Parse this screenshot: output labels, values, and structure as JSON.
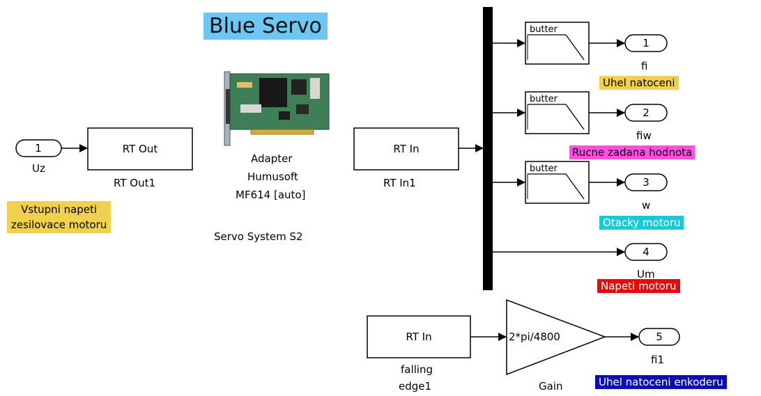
{
  "title": "Blue Servo",
  "colors": {
    "title_bg": "#6cc7f2",
    "yellow_bg": "#f0d04c",
    "magenta_bg": "#ff4fe0",
    "cyan_bg": "#1ac9d6",
    "red_bg": "#e60a0a",
    "blue_bg": "#0d0db8"
  },
  "input_port": {
    "number": "1",
    "name": "Uz"
  },
  "input_note": {
    "line1": "Vstupni napeti",
    "line2": "zesilovace motoru"
  },
  "rt_out": {
    "text": "RT Out",
    "name": "RT Out1"
  },
  "adapter": {
    "line1": "Adapter",
    "line2": "Humusoft",
    "line3": "MF614 [auto]",
    "system": "Servo System S2"
  },
  "rt_in1": {
    "text": "RT In",
    "name": "RT In1"
  },
  "filters": [
    {
      "text": "butter"
    },
    {
      "text": "butter"
    },
    {
      "text": "butter"
    }
  ],
  "outputs": [
    {
      "number": "1",
      "name": "fi",
      "note": "Uhel natoceni"
    },
    {
      "number": "2",
      "name": "fiw",
      "note": "Rucne zadana hodnota"
    },
    {
      "number": "3",
      "name": "w",
      "note": "Otacky motoru"
    },
    {
      "number": "4",
      "name": "Um",
      "note": "Napeti motoru"
    },
    {
      "number": "5",
      "name": "fi1",
      "note": "Uhel natoceni enkoderu"
    }
  ],
  "rt_in2": {
    "text": "RT In",
    "name_line1": "falling",
    "name_line2": "edge1"
  },
  "gain": {
    "text": "2*pi/4800",
    "name": "Gain"
  }
}
